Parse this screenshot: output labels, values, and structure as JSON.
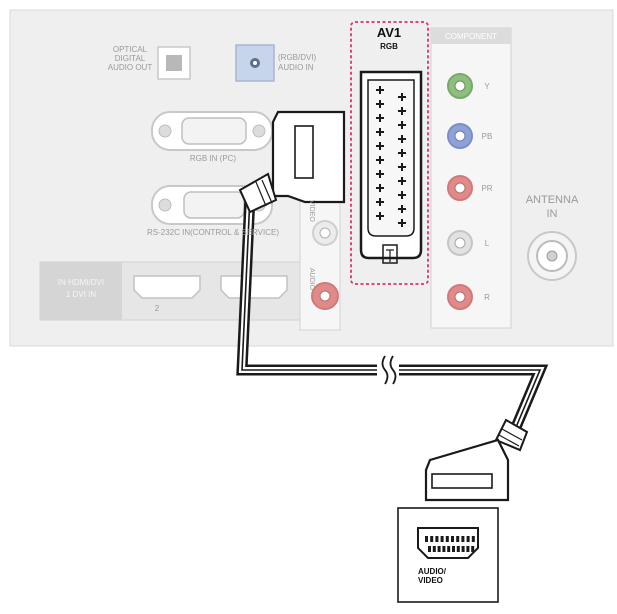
{
  "panel": {
    "optical_label_1": "OPTICAL",
    "optical_label_2": "DIGITAL",
    "optical_label_3": "AUDIO OUT",
    "rgbdvi_label_1": "(RGB/DVI)",
    "rgbdvi_label_2": "AUDIO IN",
    "rgb_in_label": "RGB IN (PC)",
    "rs232_label": "RS-232C IN(CONTROL & SERVICE)",
    "av1_label": "AV1",
    "av1_sub_label": "RGB",
    "component_label": "COMPONENT",
    "antenna_label_1": "ANTENNA",
    "antenna_label_2": "IN",
    "hdmi_label_1": "IN HDMI/DVI",
    "hdmi_label_2": "1 DVI IN",
    "hdmi_port_number": "2",
    "audio_vert_label": "AUDIO",
    "video_vert_label": "VIDEO",
    "component_ports": [
      "Y",
      "PB",
      "PR",
      "L",
      "R"
    ]
  },
  "device": {
    "label_1": "AUDIO/",
    "label_2": "VIDEO"
  },
  "colors": {
    "panel_bg": "#efefef",
    "dashed_highlight": "#d9366a",
    "cable": "#1a1a1a",
    "jack_green": "#8fbf7f",
    "jack_blue": "#8fa2d8",
    "jack_red": "#e28a8a",
    "jack_white": "#d8d8d8",
    "jack_red_left": "#e08a8a"
  }
}
